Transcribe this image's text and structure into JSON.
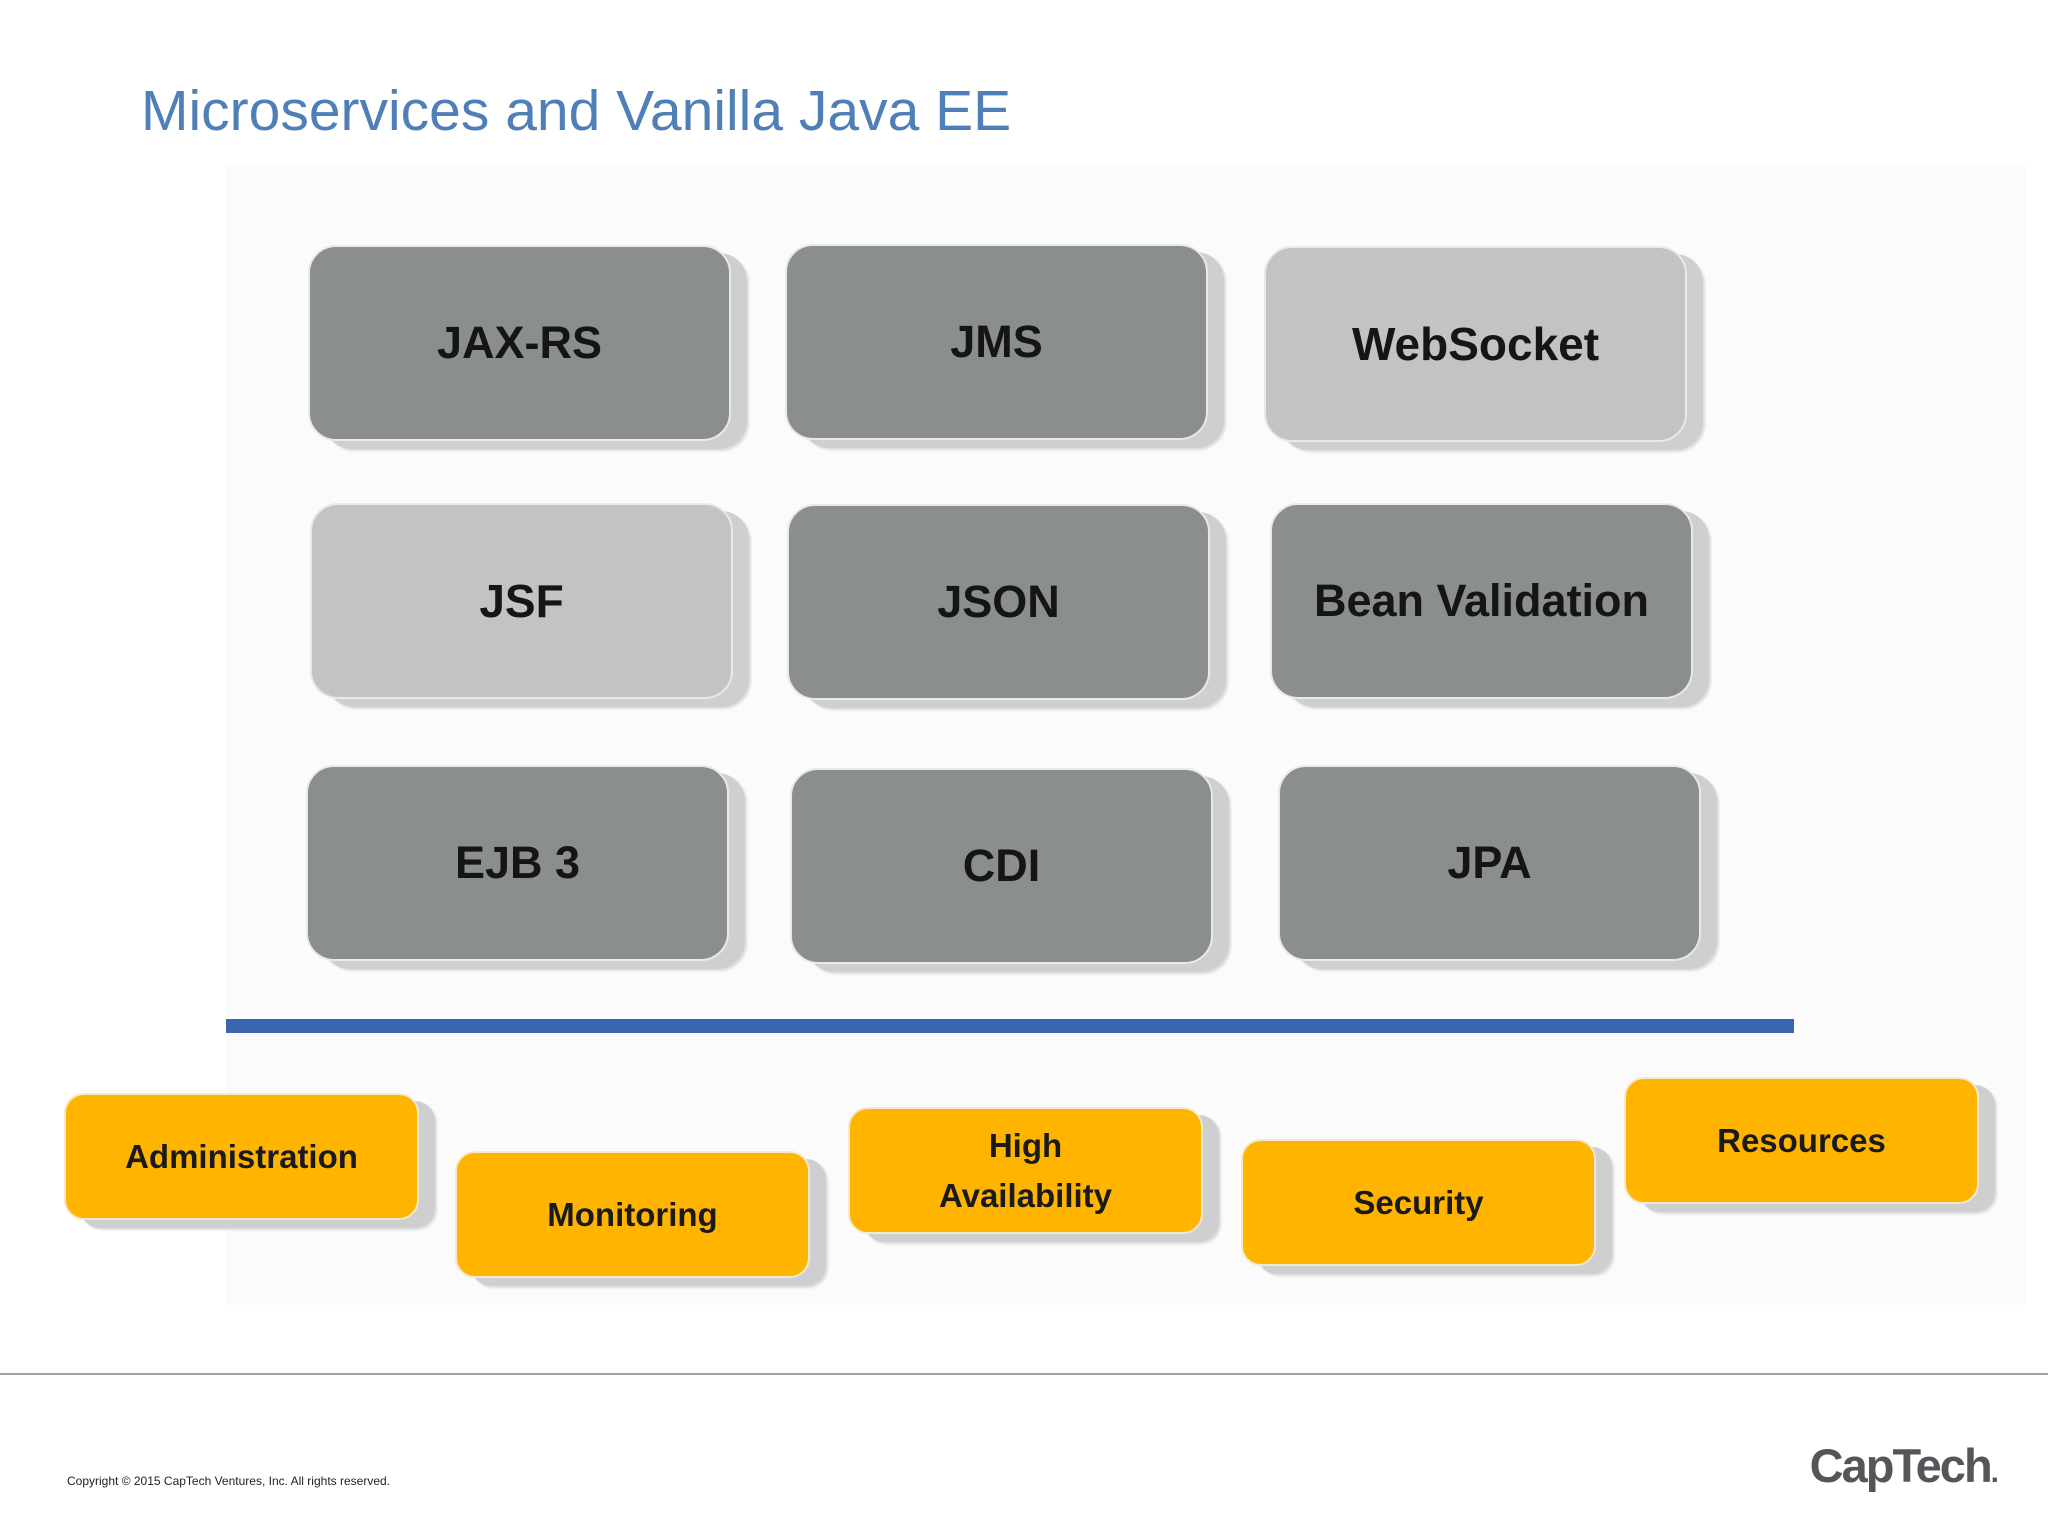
{
  "title": "Microservices and Vanilla Java EE",
  "java_ee_components": [
    {
      "label": "JAX-RS",
      "shade": "dark"
    },
    {
      "label": "JMS",
      "shade": "dark"
    },
    {
      "label": "WebSocket",
      "shade": "light"
    },
    {
      "label": "JSF",
      "shade": "light"
    },
    {
      "label": "JSON",
      "shade": "dark"
    },
    {
      "label": "Bean Validation",
      "shade": "dark"
    },
    {
      "label": "EJB 3",
      "shade": "dark"
    },
    {
      "label": "CDI",
      "shade": "dark"
    },
    {
      "label": "JPA",
      "shade": "dark"
    }
  ],
  "capabilities": [
    "Administration",
    "Monitoring",
    "High Availability",
    "Security",
    "Resources"
  ],
  "colors": {
    "title": "#4f7fb7",
    "tile_dark": "#8b8e8e",
    "tile_light": "#c3c2c5",
    "divider": "#3a66b0",
    "capability": "#ffb400"
  },
  "footer": {
    "copyright": "Copyright © 2015 CapTech Ventures, Inc. All rights reserved.",
    "logo_text": "CapTech",
    "logo_dot": "."
  }
}
